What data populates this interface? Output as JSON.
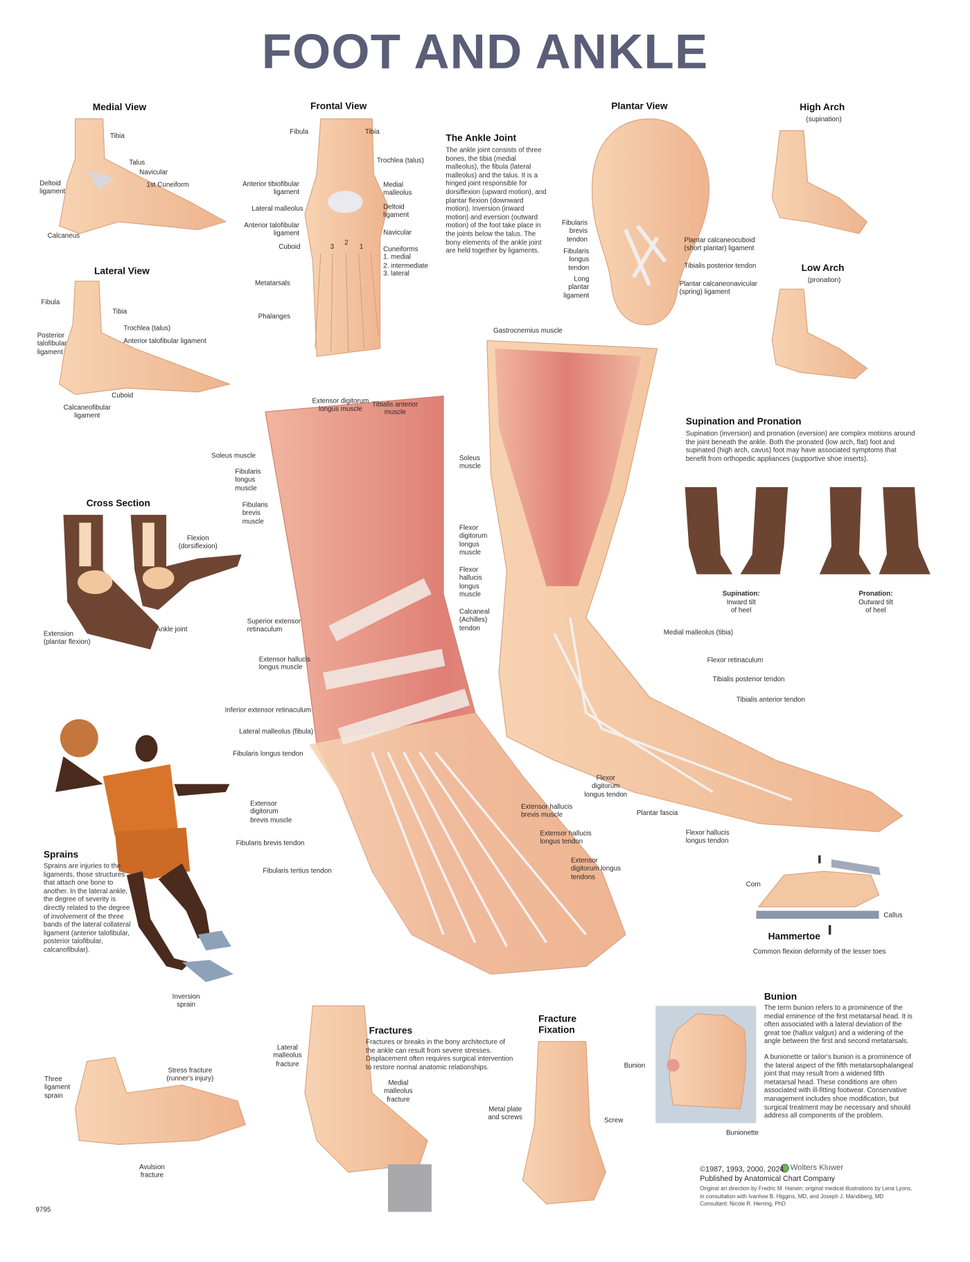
{
  "title": "FOOT AND ANKLE",
  "medial_view": {
    "heading": "Medial View",
    "labels": [
      "Tibia",
      "Talus",
      "Navicular",
      "1st Cuneiform",
      "Deltoid\nligament",
      "Calcaneus"
    ]
  },
  "frontal_view": {
    "heading": "Frontal View",
    "labels": [
      "Fibula",
      "Tibia",
      "Trochlea (talus)",
      "Anterior tibiofibular\nligament",
      "Medial\nmalleolus",
      "Lateral malleolus",
      "Deltoid\nligament",
      "Anterior talofibular\nligament",
      "Navicular",
      "Cuboid",
      "Cuneiforms\n  1. medial\n  2. intermediate\n  3. lateral",
      "Metatarsals",
      "Phalanges"
    ],
    "bone_numbers": [
      "3",
      "2",
      "1"
    ]
  },
  "ankle_joint": {
    "heading": "The Ankle Joint",
    "text": "The ankle joint consists of three bones, the tibia (medial malleolus), the fibula (lateral malleolus) and the talus. It is a hinged joint responsible for dorsiflexion (upward motion), and plantar flexion (downward motion). Inversion (inward motion) and eversion (outward motion) of the foot take place in the joints below the talus. The bony elements of the ankle joint are held together by ligaments."
  },
  "plantar_view": {
    "heading": "Plantar View",
    "labels": [
      "Fibularis\nbrevis\ntendon",
      "Fibularis\nlongus\ntendon",
      "Long\nplantar\nligament",
      "Plantar calcaneocuboid\n(short plantar) ligament",
      "Tibialis posterior tendon",
      "Plantar calcaneonavicular\n(spring) ligament"
    ]
  },
  "high_arch": {
    "heading": "High Arch",
    "sub": "(supination)"
  },
  "low_arch": {
    "heading": "Low Arch",
    "sub": "(pronation)"
  },
  "lateral_view": {
    "heading": "Lateral View",
    "labels": [
      "Fibula",
      "Tibia",
      "Trochlea (talus)",
      "Anterior talofibular ligament",
      "Posterior\ntalofibular\nligament",
      "Cuboid",
      "Calcaneofibular\nligament"
    ]
  },
  "anterior_muscles": {
    "labels": [
      "Extensor digitorum\nlongus muscle",
      "Tibialis anterior\nmuscle",
      "Soleus muscle",
      "Fibularis\nlongus\nmuscle",
      "Fibularis\nbrevis\nmuscle",
      "Superior extensor\nretinaculum",
      "Extensor hallucis\nlongus muscle",
      "Inferior extensor retinaculum",
      "Lateral malleolus (fibula)",
      "Fibularis longus tendon",
      "Extensor\ndigitorum\nbrevis muscle",
      "Fibularis brevis tendon",
      "Fibularis tertius tendon",
      "Extensor hallucis\nbrevis muscle",
      "Extensor hallucis\nlongus tendon",
      "Extensor\ndigitorum longus\ntendons"
    ]
  },
  "medial_muscles": {
    "labels": [
      "Gastrocnemius muscle",
      "Soleus\nmuscle",
      "Flexor\ndigitorum\nlongus\nmuscle",
      "Flexor\nhallucis\nlongus\nmuscle",
      "Calcaneal\n(Achilles)\ntendon",
      "Medial malleolus (tibia)",
      "Flexor retinaculum",
      "Tibialis posterior tendon",
      "Tibialis anterior tendon",
      "Flexor\ndigitorum\nlongus tendon",
      "Plantar fascia",
      "Flexor hallucis\nlongus tendon"
    ]
  },
  "supination_pronation": {
    "heading": "Supination and Pronation",
    "text": "Supination (inversion) and pronation (eversion) are complex motions around the joint beneath the ankle. Both the pronated (low arch, flat) foot and supinated (high arch, cavus) foot may have associated symptoms that benefit from orthopedic appliances (supportive shoe inserts).",
    "supination_label": "Supination:",
    "supination_desc": "Inward tilt\nof heel",
    "pronation_label": "Pronation:",
    "pronation_desc": "Outward tilt\nof heel"
  },
  "cross_section": {
    "heading": "Cross Section",
    "labels": [
      "Flexion\n(dorsiflexion)",
      "Extension\n(plantar flexion)",
      "Ankle joint"
    ]
  },
  "sprains": {
    "heading": "Sprains",
    "text": "Sprains are injuries to the ligaments, those structures that attach one bone to another. In the lateral ankle, the degree of severity is directly related to the degree of involvement of the three bands of the lateral collateral ligament (anterior talofibular, posterior talofibular, calcanofibular).",
    "inversion_label": "Inversion\nsprain"
  },
  "hammertoe": {
    "heading": "Hammertoe",
    "sub": "Common flexion deformity of the lesser toes",
    "labels": [
      "Corn",
      "Callus"
    ]
  },
  "bunion": {
    "heading": "Bunion",
    "text1": "The term bunion refers to a prominence of the medial eminence of the first metatarsal head. It is often associated with a lateral deviation of the great toe (hallux valgus) and a widening of the angle between the first and second metatarsals.",
    "text2": "A bunionette or tailor's bunion is a prominence of the lateral aspect of the fifth metatarsophalangeal joint that may result from a widened fifth metatarsal head. These conditions are often associated with ill-fitting footwear. Conservative management includes shoe modification, but surgical treatment may be necessary and should address all components of the problem.",
    "labels": [
      "Bunion",
      "Bunionette"
    ]
  },
  "fractures": {
    "heading": "Fractures",
    "text": "Fractures or breaks in the bony architecture of the ankle can result from severe stresses. Displacement often requires surgical intervention to restore normal anatomic relationships.",
    "labels": [
      "Lateral\nmalleolus\nfracture",
      "Medial\nmalleolus\nfracture"
    ]
  },
  "fracture_fixation": {
    "heading": "Fracture\nFixation",
    "labels": [
      "Metal plate\nand screws",
      "Screw"
    ]
  },
  "injuries": {
    "labels": [
      "Three\nligament\nsprain",
      "Stress fracture\n(runner's injury)",
      "Avulsion\nfracture"
    ]
  },
  "footer": {
    "copyright": "©1987, 1993, 2000, 2024",
    "brand": "Wolters Kluwer",
    "publisher": "Published by Anatomical Chart Company",
    "credits": "Original art direction by Fredric M. Harwin; original medical illustrations by Lena Lyons,\nin consultation with Ivanhoe B. Higgins, MD, and Joseph J. Mandiberg, MD\nConsultant: Nicole R. Herring, PhD",
    "code": "9795"
  },
  "colors": {
    "title": "#5b5e77",
    "skin": "#f3c7a2",
    "bone": "#f6dcc0",
    "muscle": "#e0867c",
    "dark_skin": "#6b4432",
    "jersey": "#d9752b"
  }
}
